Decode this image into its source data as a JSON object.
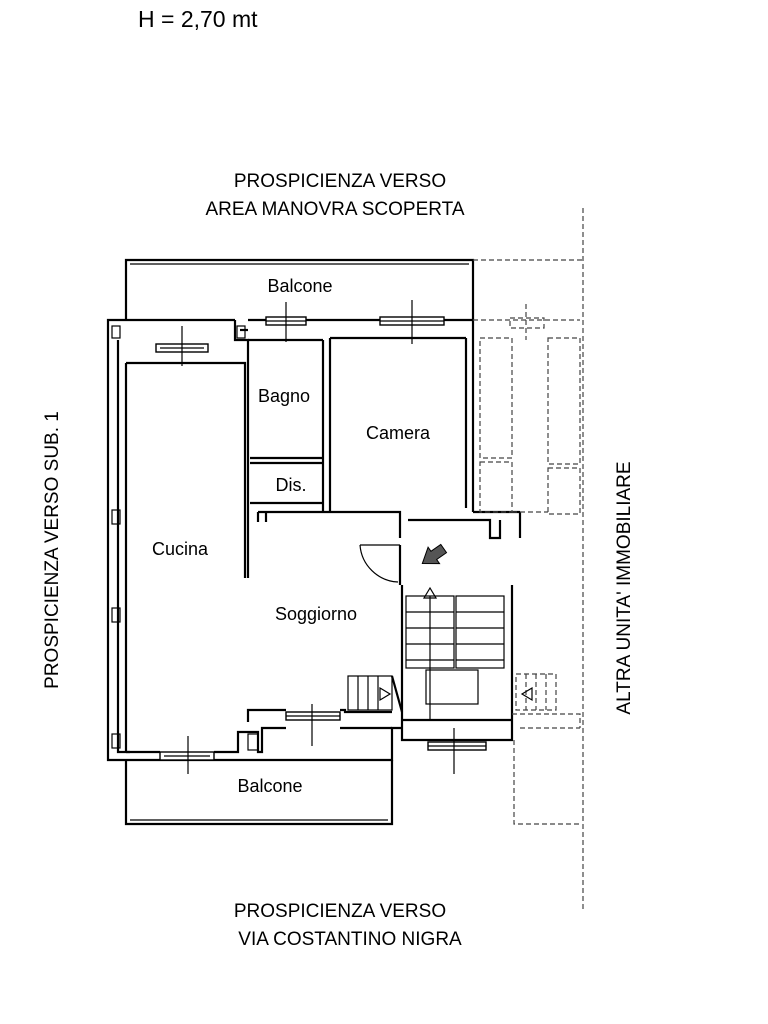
{
  "height_note": "H = 2,70 mt",
  "orientation": {
    "top_line1": "PROSPICIENZA VERSO",
    "top_line2": "AREA MANOVRA SCOPERTA",
    "bottom_line1": "PROSPICIENZA VERSO",
    "bottom_line2": "VIA COSTANTINO NIGRA",
    "left": "PROSPICIENZA VERSO SUB. 1",
    "right": "ALTRA UNITA' IMMOBILIARE"
  },
  "rooms": {
    "balcone_top": "Balcone",
    "bagno": "Bagno",
    "camera": "Camera",
    "dis": "Dis.",
    "cucina": "Cucina",
    "soggiorno": "Soggiorno",
    "balcone_bottom": "Balcone"
  }
}
